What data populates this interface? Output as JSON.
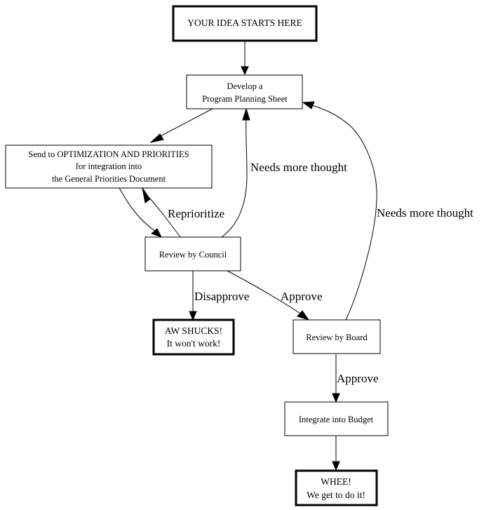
{
  "diagram": {
    "type": "flowchart",
    "background": "#ffffff",
    "nodes": {
      "start": {
        "lines": [
          "YOUR IDEA STARTS HERE"
        ],
        "terminal": true
      },
      "develop": {
        "lines": [
          "Develop a",
          "Program Planning Sheet"
        ],
        "terminal": false
      },
      "send": {
        "lines": [
          "Send to OPTIMIZATION AND PRIORITIES",
          "for integration into",
          "the General Priorities Document"
        ],
        "terminal": false
      },
      "council": {
        "lines": [
          "Review by Council"
        ],
        "terminal": false
      },
      "shucks": {
        "lines": [
          "AW SHUCKS!",
          "It won't work!"
        ],
        "terminal": true
      },
      "board": {
        "lines": [
          "Review by Board"
        ],
        "terminal": false
      },
      "budget": {
        "lines": [
          "Integrate into Budget"
        ],
        "terminal": false
      },
      "whee": {
        "lines": [
          "WHEE!",
          "We get to do it!"
        ],
        "terminal": true
      }
    },
    "edges": [
      {
        "from": "start",
        "to": "develop",
        "label": ""
      },
      {
        "from": "develop",
        "to": "send",
        "label": ""
      },
      {
        "from": "send",
        "to": "council",
        "label": ""
      },
      {
        "from": "council",
        "to": "send",
        "label": "Reprioritize"
      },
      {
        "from": "council",
        "to": "develop",
        "label": "Needs more thought"
      },
      {
        "from": "council",
        "to": "shucks",
        "label": "Disapprove"
      },
      {
        "from": "council",
        "to": "board",
        "label": "Approve"
      },
      {
        "from": "board",
        "to": "develop",
        "label": "Needs more thought"
      },
      {
        "from": "board",
        "to": "budget",
        "label": "Approve"
      },
      {
        "from": "budget",
        "to": "whee",
        "label": ""
      }
    ]
  }
}
